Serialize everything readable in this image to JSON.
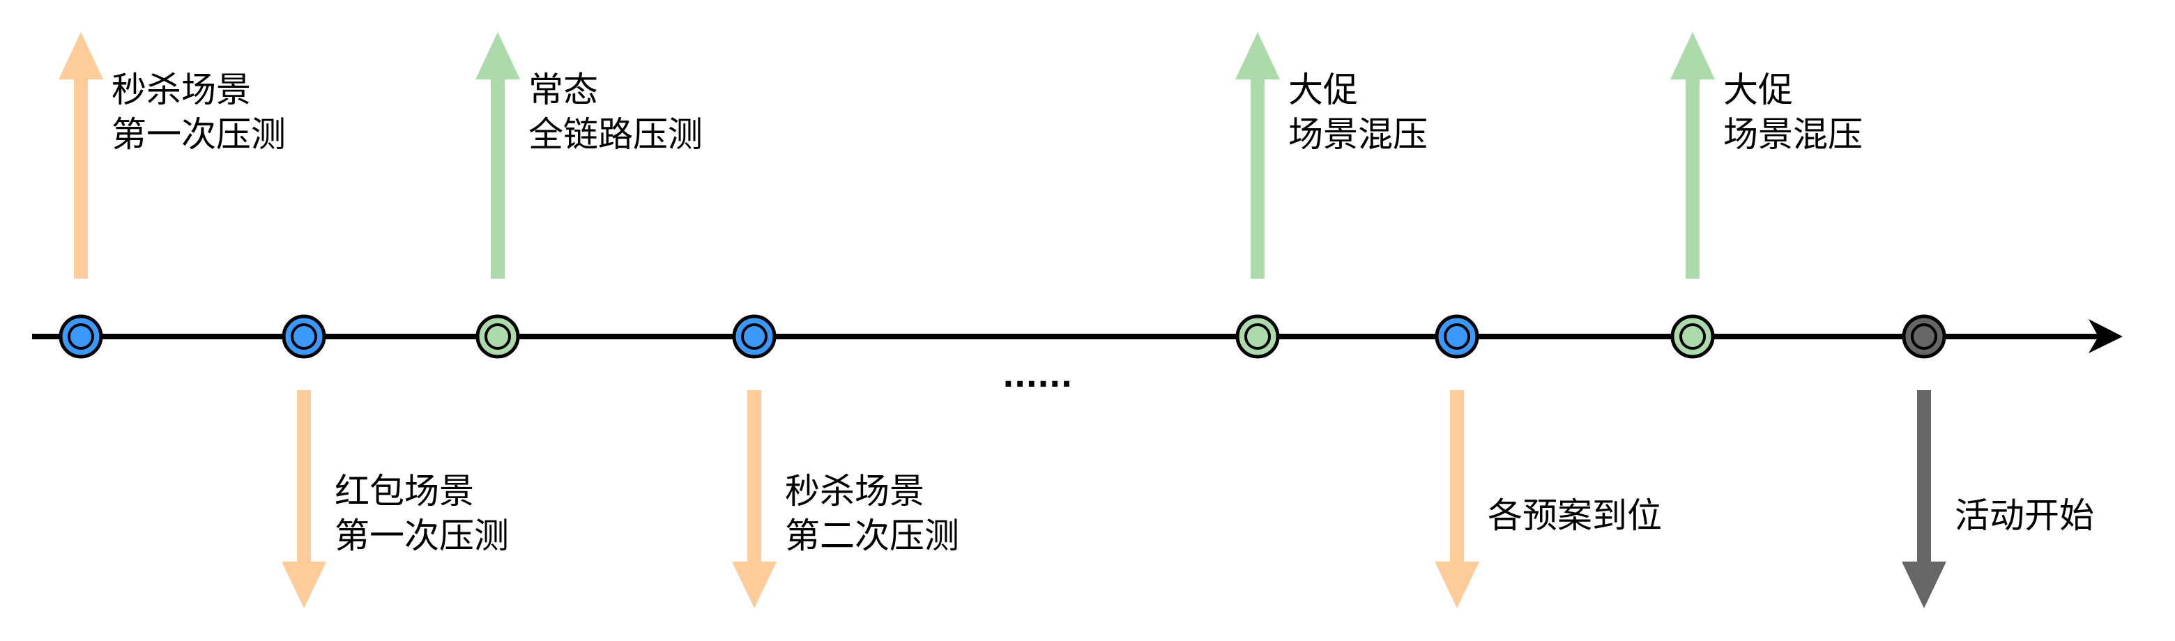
{
  "colors": {
    "orange": "#FFCC99",
    "green": "#ADDAAA",
    "blue": "#3B99FC",
    "gray": "#666666",
    "line": "#000000"
  },
  "ellipsis": "......",
  "events": [
    {
      "node_color": "blue",
      "direction": "up",
      "arrow_color": "orange",
      "lines": [
        "秒杀场景",
        "第一次压测"
      ]
    },
    {
      "node_color": "blue",
      "direction": "down",
      "arrow_color": "orange",
      "lines": [
        "红包场景",
        "第一次压测"
      ]
    },
    {
      "node_color": "green",
      "direction": "up",
      "arrow_color": "green",
      "lines": [
        "常态",
        "全链路压测"
      ]
    },
    {
      "node_color": "blue",
      "direction": "down",
      "arrow_color": "orange",
      "lines": [
        "秒杀场景",
        "第二次压测"
      ]
    },
    {
      "node_color": "green",
      "direction": "up",
      "arrow_color": "green",
      "lines": [
        "大促",
        "场景混压"
      ]
    },
    {
      "node_color": "blue",
      "direction": "down",
      "arrow_color": "orange",
      "lines": [
        "各预案到位"
      ]
    },
    {
      "node_color": "green",
      "direction": "up",
      "arrow_color": "green",
      "lines": [
        "大促",
        "场景混压"
      ]
    },
    {
      "node_color": "gray",
      "direction": "down",
      "arrow_color": "gray",
      "lines": [
        "活动开始"
      ]
    }
  ]
}
